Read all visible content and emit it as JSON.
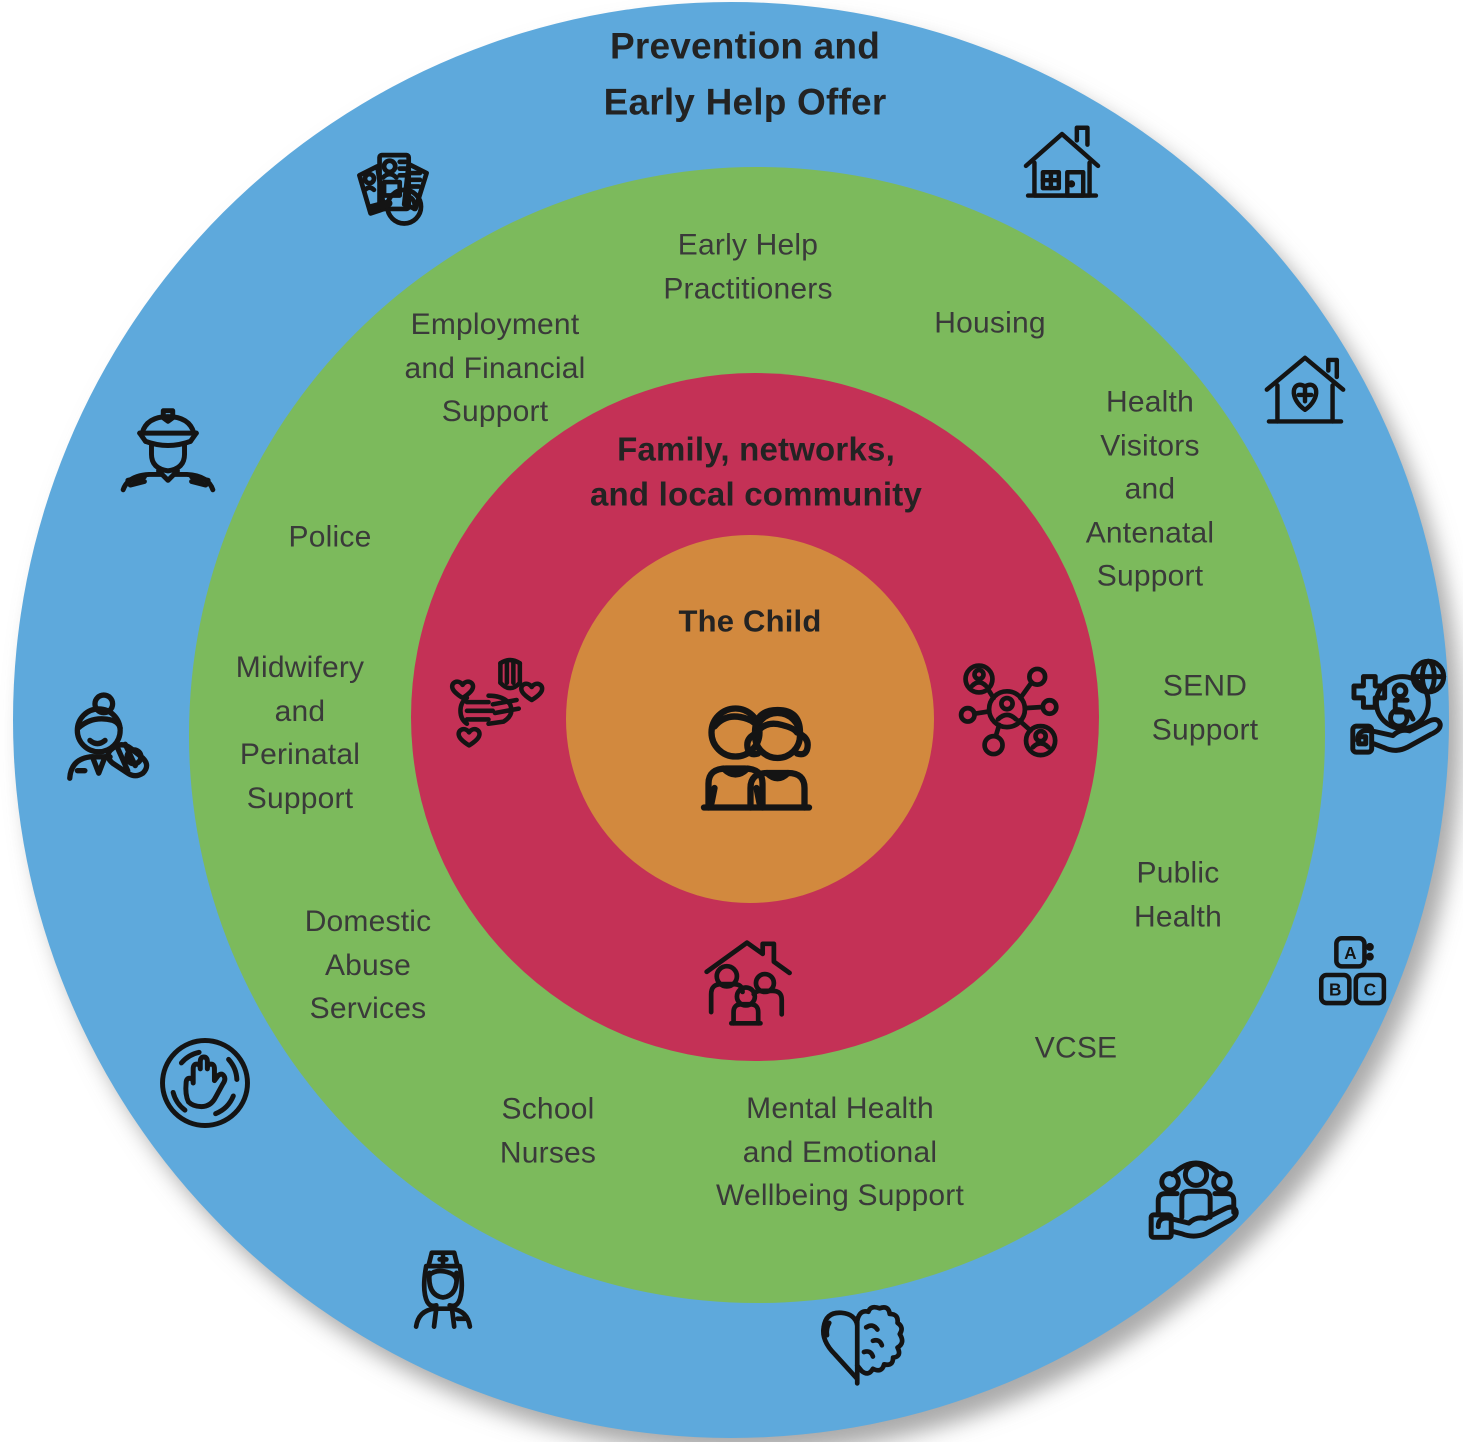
{
  "colors": {
    "outer_blue": "#5EA9DC",
    "services_green": "#7CBA5C",
    "community_red": "#C43156",
    "child_orange": "#D2893E",
    "heading_text": "#232323",
    "label_text": "#3A3A3A",
    "icon_line": "#141414"
  },
  "headings": {
    "outer": "Prevention and\nEarly Help Offer",
    "community": "Family, networks,\nand local community",
    "child": "The Child"
  },
  "services": [
    {
      "id": "early-help-practitioners",
      "label": "Early Help\nPractitioners"
    },
    {
      "id": "housing",
      "label": "Housing"
    },
    {
      "id": "employment-financial-support",
      "label": "Employment\nand Financial\nSupport"
    },
    {
      "id": "health-visitors-antenatal-support",
      "label": "Health\nVisitors\nand\nAntenatal\nSupport"
    },
    {
      "id": "police",
      "label": "Police"
    },
    {
      "id": "send-support",
      "label": "SEND\nSupport"
    },
    {
      "id": "midwifery-perinatal-support",
      "label": "Midwifery\nand\nPerinatal\nSupport"
    },
    {
      "id": "public-health",
      "label": "Public\nHealth"
    },
    {
      "id": "domestic-abuse-services",
      "label": "Domestic\nAbuse\nServices"
    },
    {
      "id": "vcse",
      "label": "VCSE"
    },
    {
      "id": "school-nurses",
      "label": "School\nNurses"
    },
    {
      "id": "mental-health-wellbeing",
      "label": "Mental Health\nand Emotional\nWellbeing Support"
    }
  ],
  "abc_blocks": {
    "letters": [
      "A",
      "B",
      "C"
    ]
  },
  "icons": {
    "center": "children-icon",
    "community_ring": [
      "hands-hearts-icon",
      "people-network-icon",
      "family-home-icon"
    ],
    "outer_ring": [
      "cv-search-icon",
      "house-icon",
      "police-officer-icon",
      "house-health-icon",
      "midwife-icon",
      "send-support-icon",
      "stop-hand-icon",
      "abc-blocks-icon",
      "nurse-icon",
      "community-hand-icon",
      "heart-brain-icon"
    ]
  }
}
